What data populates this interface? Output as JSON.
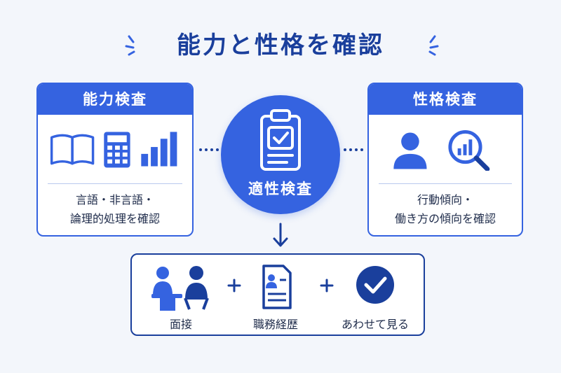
{
  "title": "能力と性格を確認",
  "left_card": {
    "header": "能力検査",
    "lines": [
      "言語・非言語・",
      "論理的処理を確認"
    ]
  },
  "center": {
    "label": "適性検査"
  },
  "right_card": {
    "header": "性格検査",
    "lines": [
      "行動傾向・",
      "働き方の傾向を確認"
    ]
  },
  "bottom": {
    "items": [
      {
        "label": "面接"
      },
      {
        "label": "職務経歴"
      },
      {
        "label": "あわせて見る"
      }
    ]
  },
  "colors": {
    "accent": "#3563e0",
    "dark": "#1a3f9c",
    "background": "#f3f6fb"
  },
  "icons": {
    "left_card": [
      "book-icon",
      "calculator-icon",
      "bar-chart-icon"
    ],
    "center": "clipboard-check-icon",
    "right_card": [
      "person-icon",
      "magnifier-chart-icon"
    ],
    "bottom": [
      "interview-icon",
      "resume-icon",
      "check-circle-icon"
    ]
  }
}
